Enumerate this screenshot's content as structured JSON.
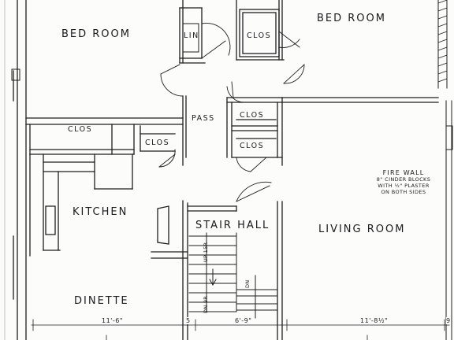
{
  "rooms": {
    "bedroom_left": "BED ROOM",
    "bedroom_right": "BED ROOM",
    "kitchen": "KITCHEN",
    "dinette": "DINETTE",
    "stair_hall": "STAIR HALL",
    "living_room": "LIVING ROOM",
    "pass": "PASS",
    "lin": "LIN",
    "clos_top": "CLOS",
    "clos_kitchen": "CLOS",
    "clos_small": "CLOS",
    "clos_pass_upper": "CLOS",
    "clos_pass_lower": "CLOS"
  },
  "stairs": {
    "up": "UP 15R",
    "dn": "DN 9R",
    "dn_short": "DN"
  },
  "fire_wall": {
    "line1": "FIRE WALL",
    "line2": "8\" CINDER BLOCKS",
    "line3": "WITH ½\" PLASTER",
    "line4": "ON BOTH SIDES"
  },
  "dimensions": {
    "d1": "11'-6\"",
    "d2": "5",
    "d3": "6'-9\"",
    "d4": "11'-8½\"",
    "d5": "9"
  }
}
